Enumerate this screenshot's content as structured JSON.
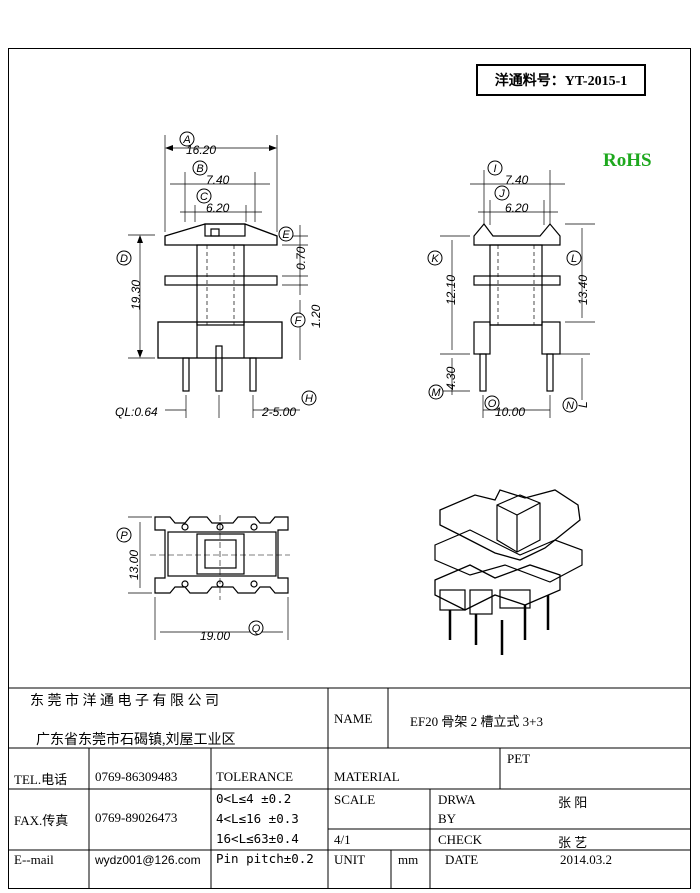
{
  "part_number": "洋通料号：YT-2015-1",
  "rohs": "RoHS",
  "dims": {
    "a": "16.20",
    "b": "7.40",
    "c": "6.20",
    "d": "19.30",
    "e": "0.70",
    "f": "1.20",
    "ql": "QL:0.64",
    "pitch": "2-5.00",
    "i": "7.40",
    "j": "6.20",
    "k": "12.10",
    "l": "13.40",
    "m": "4.30",
    "o": "10.00",
    "p": "13.00",
    "q": "19.00",
    "n_label": "L"
  },
  "markers": [
    "A",
    "B",
    "C",
    "D",
    "E",
    "F",
    "H",
    "I",
    "J",
    "K",
    "L",
    "M",
    "N",
    "O",
    "P",
    "Q"
  ],
  "title_block": {
    "company": "东 莞 市 洋 通 电 子 有 限 公 司",
    "address": "广东省东莞市石碣镇,刘屋工业区",
    "name_label": "NAME",
    "name_value": "EF20 骨架 2 槽立式 3+3",
    "tel_label": "TEL.电话",
    "tel_value": "0769-86309483",
    "fax_label": "FAX.传真",
    "fax_value": "0769-89026473",
    "email_label": "E--mail",
    "email_value": "wydz001@126.com",
    "tolerance_label": "TOLERANCE",
    "tolerance_rows": [
      "0<L≤4  ±0.2",
      "4<L≤16 ±0.3",
      "16<L≤63±0.4",
      "Pin pitch±0.2"
    ],
    "material_label": "MATERIAL",
    "material_value": "PET",
    "scale_label": "SCALE",
    "scale_value": "4/1",
    "drawn_label_1": "DRWA",
    "drawn_label_2": "BY",
    "drawn_value": "张 阳",
    "check_label": "CHECK",
    "check_value": "张 艺",
    "unit_label": "UNIT",
    "unit_value": "mm",
    "date_label": "DATE",
    "date_value": "2014.03.2"
  }
}
